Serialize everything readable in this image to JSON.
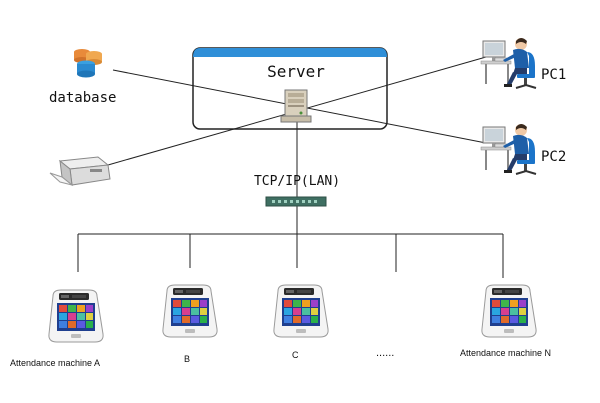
{
  "server": {
    "label": "Server"
  },
  "database": {
    "label": "database"
  },
  "pcs": [
    {
      "label": "PC1"
    },
    {
      "label": "PC2"
    }
  ],
  "network": {
    "label": "TCP/IP(LAN)"
  },
  "machines": [
    {
      "label": "Attendance machine A"
    },
    {
      "label": "B"
    },
    {
      "label": "C"
    },
    {
      "label": "......"
    },
    {
      "label": "Attendance machine N"
    }
  ],
  "colors": {
    "server_bar": "#2f8fd8",
    "line": "#222222",
    "person_shirt": "#1e5fa8",
    "chair": "#1b74c9",
    "switch": "#3f6f62",
    "machine_screen": "#1f3f8f"
  },
  "icons": {
    "database": "database-icon",
    "server": "server-tower-icon",
    "printer": "printer-icon",
    "pc": "workstation-user-icon",
    "switch": "network-switch-icon",
    "machine": "attendance-terminal-icon"
  }
}
